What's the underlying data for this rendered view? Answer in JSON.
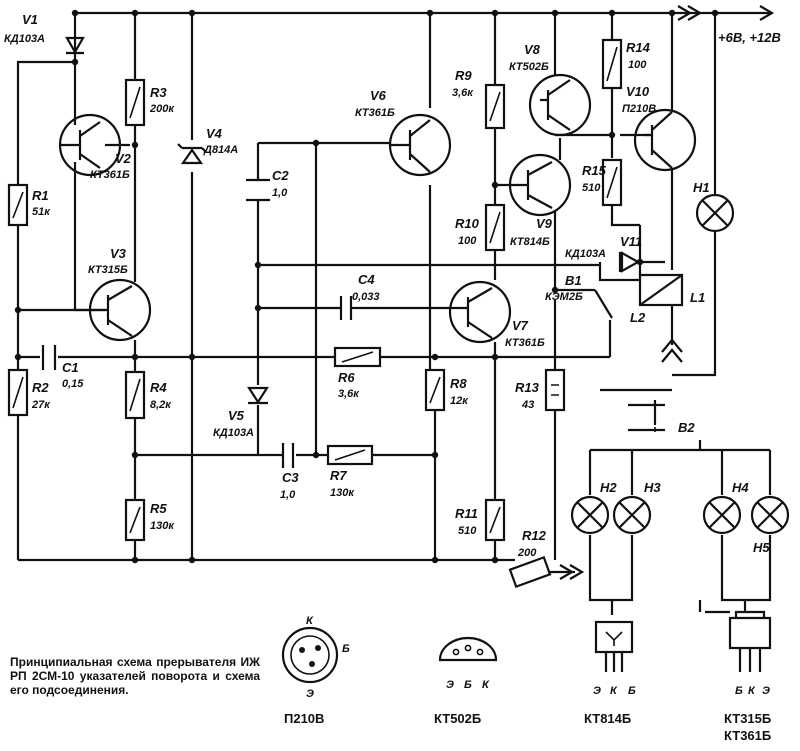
{
  "supply": "+6В, +12В",
  "caption": "Принципиальная схема прерывателя ИЖ РП 2СМ-10 указателей поворота и схема его подсоединения.",
  "components": {
    "V1": {
      "ref": "V1",
      "value": "КД103А"
    },
    "V2": {
      "ref": "V2",
      "value": "КТ361Б"
    },
    "V3": {
      "ref": "V3",
      "value": "КТ315Б"
    },
    "V4": {
      "ref": "V4",
      "value": "Д814А"
    },
    "V5": {
      "ref": "V5",
      "value": "КД103А"
    },
    "V6": {
      "ref": "V6",
      "value": "КТ361Б"
    },
    "V7": {
      "ref": "V7",
      "value": "КТ361Б"
    },
    "V8": {
      "ref": "V8",
      "value": "КТ502Б"
    },
    "V9": {
      "ref": "V9",
      "value": "КТ814Б"
    },
    "V10": {
      "ref": "V10",
      "value": "П210В"
    },
    "V11": {
      "ref": "V11",
      "value": "КД103А"
    },
    "R1": {
      "ref": "R1",
      "value": "51к"
    },
    "R2": {
      "ref": "R2",
      "value": "27к"
    },
    "R3": {
      "ref": "R3",
      "value": "200к"
    },
    "R4": {
      "ref": "R4",
      "value": "8,2к"
    },
    "R5": {
      "ref": "R5",
      "value": "130к"
    },
    "R6": {
      "ref": "R6",
      "value": "3,6к"
    },
    "R7": {
      "ref": "R7",
      "value": "130к"
    },
    "R8": {
      "ref": "R8",
      "value": "12к"
    },
    "R9": {
      "ref": "R9",
      "value": "3,6к"
    },
    "R10": {
      "ref": "R10",
      "value": "100"
    },
    "R11": {
      "ref": "R11",
      "value": "510"
    },
    "R12": {
      "ref": "R12",
      "value": "200"
    },
    "R13": {
      "ref": "R13",
      "value": "43"
    },
    "R14": {
      "ref": "R14",
      "value": "100"
    },
    "R15": {
      "ref": "R15",
      "value": "510"
    },
    "C1": {
      "ref": "C1",
      "value": "0,15"
    },
    "C2": {
      "ref": "C2",
      "value": "1,0"
    },
    "C3": {
      "ref": "C3",
      "value": "1,0"
    },
    "C4": {
      "ref": "C4",
      "value": "0,033"
    },
    "B1": {
      "ref": "B1",
      "value": "КЭМ2Б"
    },
    "B2": {
      "ref": "B2"
    },
    "L1": {
      "ref": "L1"
    },
    "L2": {
      "ref": "L2"
    },
    "H1": {
      "ref": "H1"
    },
    "H2": {
      "ref": "H2"
    },
    "H3": {
      "ref": "H3"
    },
    "H4": {
      "ref": "H4"
    },
    "H5": {
      "ref": "H5"
    }
  },
  "packages": [
    {
      "name": "П210В",
      "pins": [
        "К",
        "Б",
        "Э"
      ]
    },
    {
      "name": "КТ502Б",
      "pins": [
        "Э",
        "Б",
        "К"
      ]
    },
    {
      "name": "КТ814Б",
      "pins": [
        "Э",
        "К",
        "Б"
      ]
    },
    {
      "name": "КТ315Б КТ361Б",
      "line1": "КТ315Б",
      "line2": "КТ361Б",
      "pins": [
        "Б",
        "К",
        "Э"
      ]
    }
  ],
  "icons": {
    "resistor": "resistor-icon",
    "capacitor": "capacitor-icon",
    "diode": "diode-icon",
    "transistor": "transistor-icon",
    "lamp": "lamp-icon",
    "relay": "relay-coil-icon",
    "switch": "switch-icon"
  }
}
